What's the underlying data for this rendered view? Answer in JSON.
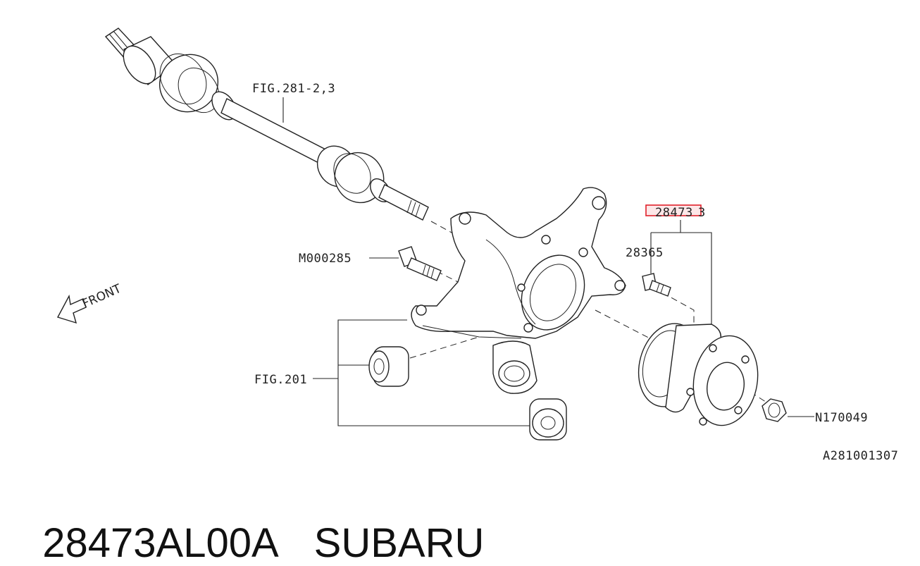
{
  "labels": {
    "driveshaft": "FIG.281-2,3",
    "bolt": "M000285",
    "front": "FRONT",
    "bushing": "FIG.201",
    "hub_highlight": "28473",
    "hub_number_suffix": "3",
    "hub_bolt": "28365",
    "nut": "N170049",
    "figure_code": "A281001307"
  },
  "caption": {
    "part_number": "28473AL00A",
    "brand": "SUBARU"
  },
  "colors": {
    "highlight": "#e0202a",
    "line": "#222222"
  }
}
